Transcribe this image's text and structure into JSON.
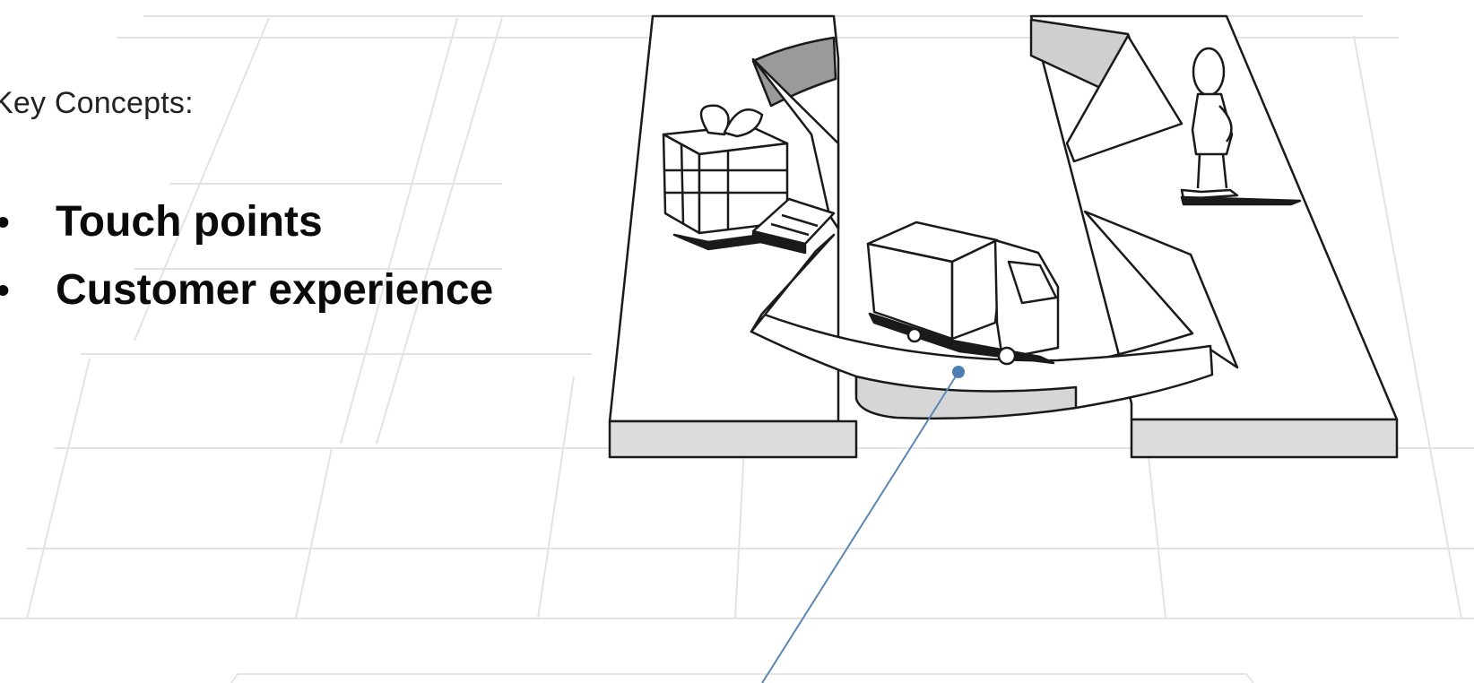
{
  "heading": "Key Concepts:",
  "concepts": [
    {
      "bullet": "•",
      "label": "Touch points"
    },
    {
      "bullet": "•",
      "label": "Customer experience"
    }
  ],
  "colors": {
    "sketch_line": "#1a1a1a",
    "faint_grid": "#e2e2e2",
    "wall_shade": "#d4d4d4",
    "pointer": "#5b87b5"
  },
  "icons": [
    "gift-box-icon",
    "delivery-truck-icon",
    "standing-person-icon"
  ]
}
